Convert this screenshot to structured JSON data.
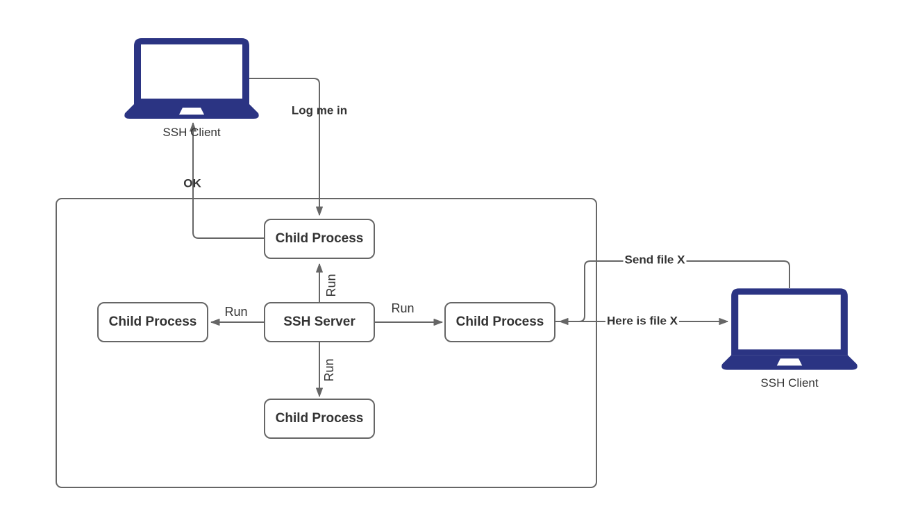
{
  "nodes": {
    "client_left": {
      "label": "SSH Client"
    },
    "client_right": {
      "label": "SSH Client"
    },
    "ssh_server": {
      "label": "SSH Server"
    },
    "child_top": {
      "label": "Child Process"
    },
    "child_left": {
      "label": "Child Process"
    },
    "child_right": {
      "label": "Child Process"
    },
    "child_bottom": {
      "label": "Child Process"
    }
  },
  "edges": {
    "log_me_in": {
      "label": "Log me in"
    },
    "ok": {
      "label": "OK"
    },
    "run_up": {
      "label": "Run"
    },
    "run_left": {
      "label": "Run"
    },
    "run_right": {
      "label": "Run"
    },
    "run_down": {
      "label": "Run"
    },
    "send_file": {
      "label": "Send file X"
    },
    "here_is_file": {
      "label": "Here is file X"
    }
  },
  "colors": {
    "laptop_fill": "#2b3483",
    "line": "#666666",
    "node_border": "#666666",
    "text": "#333333",
    "background": "#ffffff"
  }
}
